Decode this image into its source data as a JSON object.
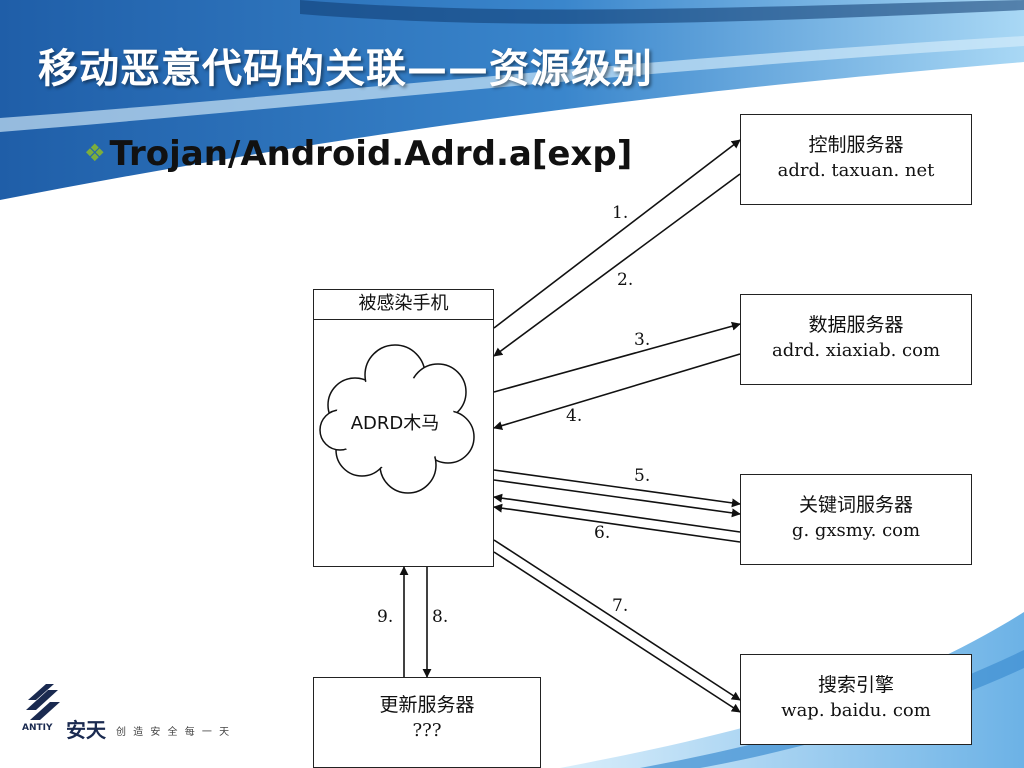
{
  "slide": {
    "title": "移动恶意代码的关联——资源级别",
    "bullet": "Trojan/Android.Adrd.a[exp]"
  },
  "diagram": {
    "phone": {
      "header": "被感染手机",
      "trojan": "ADRD木马"
    },
    "servers": [
      {
        "name": "控制服务器",
        "host": "adrd. taxuan. net"
      },
      {
        "name": "数据服务器",
        "host": "adrd. xiaxiab. com"
      },
      {
        "name": "关键词服务器",
        "host": "g. gxsmy. com"
      },
      {
        "name": "搜索引擎",
        "host": "wap. baidu. com"
      }
    ],
    "update_server": {
      "name": "更新服务器",
      "host": "???"
    },
    "arrow_labels": [
      "1.",
      "2.",
      "3.",
      "4.",
      "5.",
      "6.",
      "7.",
      "8.",
      "9."
    ]
  },
  "logo": {
    "brand_cn": "安天",
    "brand_en": "ANTIY",
    "slogan": "创 造 安 全 每 一 天"
  },
  "colors": {
    "header_blue": "#2f6fb8",
    "header_light": "#9fd3f2",
    "bullet_green": "#7cae3c",
    "line": "#111111"
  }
}
